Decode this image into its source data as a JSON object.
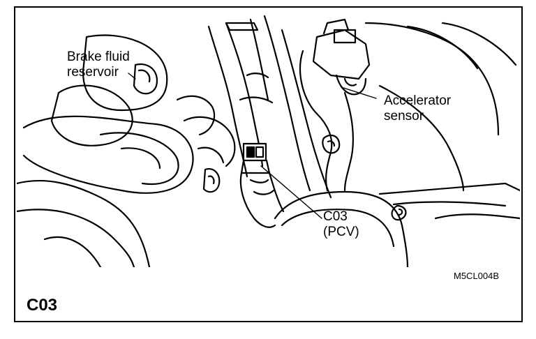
{
  "labels": {
    "brake_fluid_reservoir_line1": "Brake fluid",
    "brake_fluid_reservoir_line2": "reservoir",
    "accelerator_sensor_line1": "Accelerator",
    "accelerator_sensor_line2": "sensor",
    "connector_line1": "C03",
    "connector_line2": "(PCV)"
  },
  "figure_code": "M5CL004B",
  "section_code": "C03"
}
